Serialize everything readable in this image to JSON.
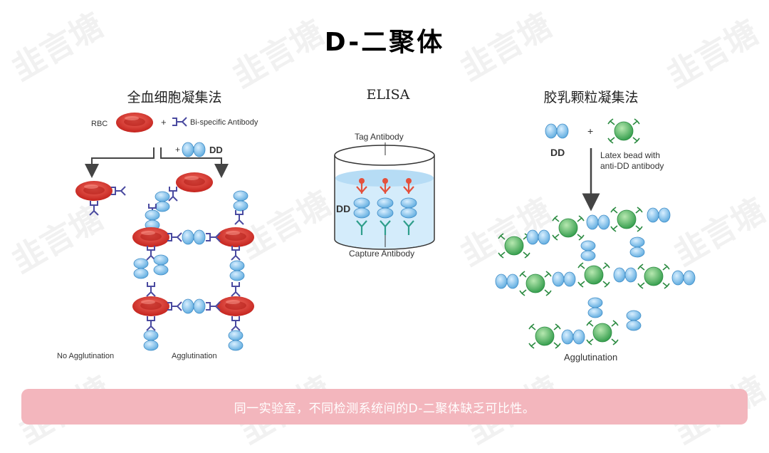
{
  "title": "D-二聚体",
  "panels": [
    {
      "title": "全血细胞凝集法",
      "labels": {
        "rbc": "RBC",
        "plus1": "+",
        "antibody": "Bi-specific Antibody",
        "plus2": "+",
        "dd": "DD",
        "no_agglutination": "No Agglutination",
        "agglutination": "Agglutination"
      }
    },
    {
      "title": "ELISA",
      "labels": {
        "tag": "Tag Antibody",
        "dd": "DD",
        "capture": "Capture Antibody"
      }
    },
    {
      "title": "胶乳颗粒凝集法",
      "labels": {
        "dd": "DD",
        "plus": "+",
        "latex_line1": "Latex bead with",
        "latex_line2": "anti-DD antibody",
        "agglutination": "Agglutination"
      }
    }
  ],
  "footer": "同一实验室，不同检测系统间的D-二聚体缺乏可比性。",
  "watermark": "韭言塘",
  "colors": {
    "rbc": "#d9322b",
    "dd": "#8ec6ea",
    "latex": "#4caf50",
    "footer_bar": "#f3b6bd",
    "tag": "#e4503c",
    "capture": "#2f9e8b"
  }
}
